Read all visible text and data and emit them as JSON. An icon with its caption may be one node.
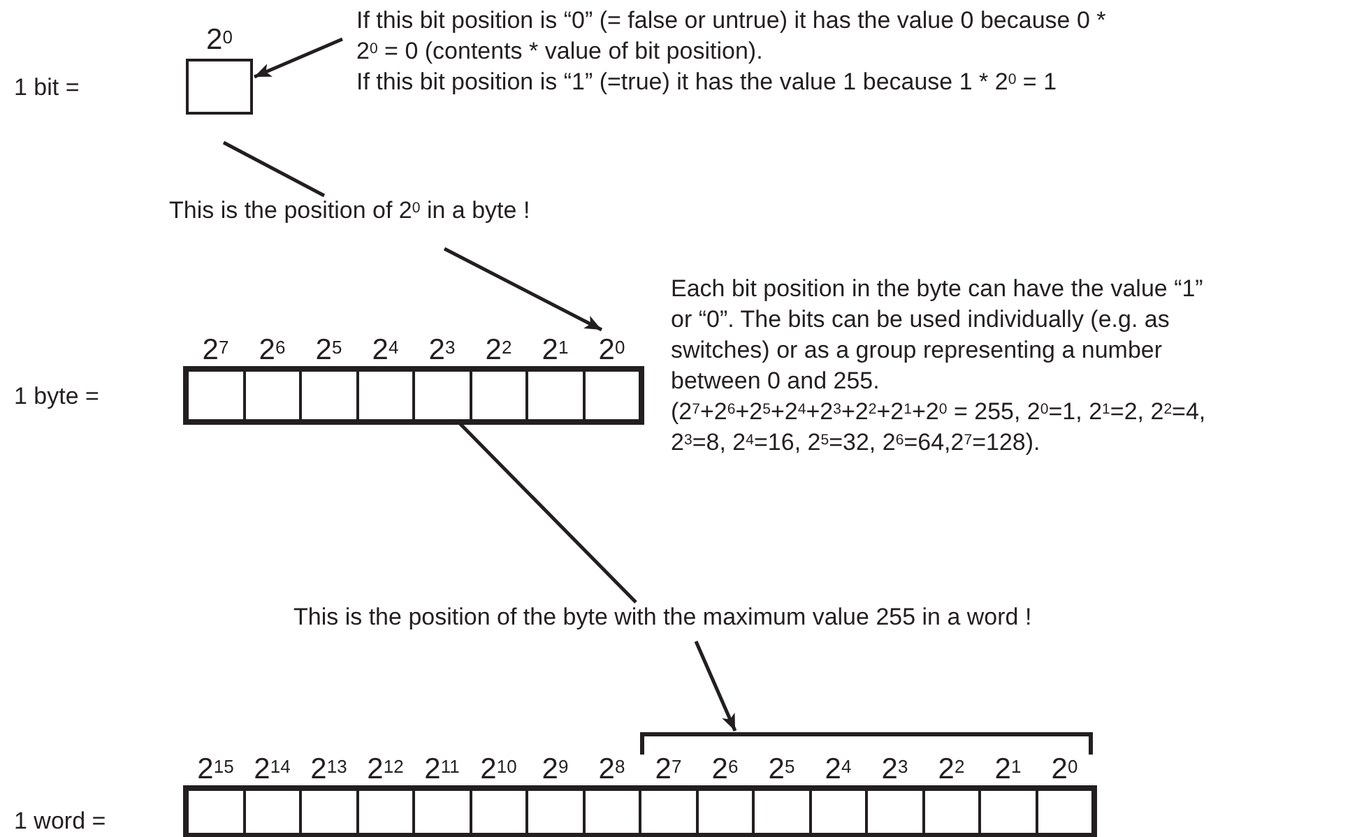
{
  "diagram": {
    "nodes": [
      {
        "text": [
          "2$^{0}$"
        ]
      },
      {
        "text": [
          "If this bit position is “0” (= false or untrue) it has the value 0  because 0 * 2$^{0}$ = 0 (contents * value of bit position).",
          "If this bit position is “1” (=true) it has the value 1 because 1 * 2$^{0}$ = 1"
        ]
      },
      {
        "text": [
          "This is the position of 2$^{0}$ in a byte !"
        ]
      },
      {
        "text": [],
        "shape": "box"
      },
      {
        "text": [
          "2$^{7}$"
        ],
        "in": 3
      },
      {
        "text": [
          "2$^{6}$"
        ],
        "in": 3
      },
      {
        "text": [
          "2$^{5}$"
        ],
        "in": 3
      },
      {
        "text": [
          "2$^{4}$"
        ],
        "in": 3
      },
      {
        "text": [
          "2$^{3}$"
        ],
        "in": 3
      },
      {
        "text": [
          "2$^{2}$"
        ],
        "in": 3
      },
      {
        "text": [
          "2$^{1}$"
        ],
        "in": 3
      },
      {
        "text": [
          "2$^{0}$"
        ],
        "in": 3
      },
      {
        "text": [
          "Each bit position in the byte can have the value “1” or “0”. The bits can be used individually (e.g. as switches) or as a group representing a number between 0 and 255.",
          "(2$^{7}$+2$^{6}$+2$^{5}$+2$^{4}$+2$^{3}$+2$^{2}$+2$^{1}$+2$^{0}$ = 255, 2$^{0}$=1, 2$^{1}$=2, 2$^{2}$=4, 2$^{3}$=8, 2$^{4}$=16, 2$^{5}$=32, 2$^{6}$=64,2$^{7}$=128)."
        ]
      },
      {
        "text": [
          "This is the position of the byte with the maximum value 255 in a word !"
        ]
      },
      {
        "text": [],
        "shape": "bracket"
      },
      {
        "text": [],
        "shape": "box"
      },
      {
        "text": [
          "2$^{15}$"
        ],
        "in": 15
      },
      {
        "text": [
          "2$^{14}$"
        ],
        "in": 15
      },
      {
        "text": [
          "2$^{13}$"
        ],
        "in": 15
      },
      {
        "text": [
          "2$^{12}$"
        ],
        "in": 15
      },
      {
        "text": [
          "2$^{11}$"
        ],
        "in": 15
      },
      {
        "text": [
          "2$^{10}$"
        ],
        "in": 15
      },
      {
        "text": [
          "2$^{9}$"
        ],
        "in": 15
      },
      {
        "text": [
          "2$^{8}$"
        ],
        "in": 15
      },
      {
        "text": [
          "2$^{7}$"
        ],
        "in": 15
      },
      {
        "text": [
          "2$^{6}$"
        ],
        "in": 15
      },
      {
        "text": [
          "2$^{5}$"
        ],
        "in": 15
      },
      {
        "text": [
          "2$^{4}$"
        ],
        "in": 15
      },
      {
        "text": [
          "2$^{3}$"
        ],
        "in": 15
      },
      {
        "text": [
          "2$^{2}$"
        ],
        "in": 15
      },
      {
        "text": [
          "2$^{1}$"
        ],
        "in": 15
      },
      {
        "text": [
          "2$^{0}$"
        ],
        "in": 15
      }
    ],
    "edges": [
      {
        "from": 1,
        "to": 0,
        "arrow": "to"
      },
      {
        "from": 0,
        "to": 2,
        "arrow": "none"
      },
      {
        "from": 2,
        "to": 11,
        "arrow": "to"
      },
      {
        "from": 3,
        "to": 13,
        "arrow": "none"
      },
      {
        "from": 13,
        "to": 14,
        "arrow": "to"
      }
    ],
    "labels": [
      "1 bit =",
      "1 byte =",
      "1 word ="
    ]
  }
}
